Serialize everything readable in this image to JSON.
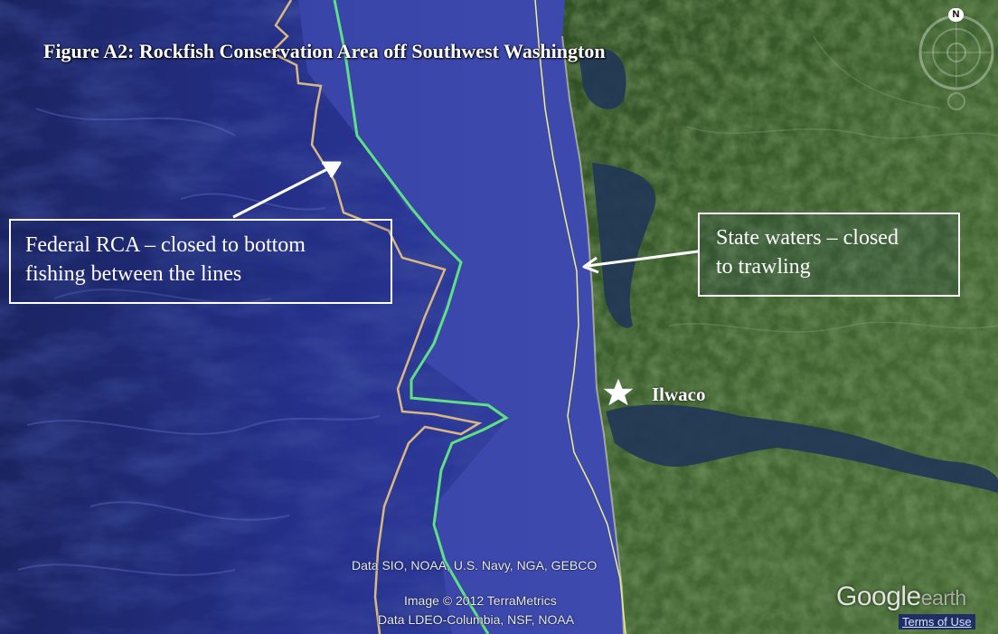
{
  "title": "Figure A2: Rockfish Conservation Area off Southwest Washington",
  "callouts": {
    "federal": {
      "line1": "Federal RCA – closed to bottom",
      "line2": "fishing between the lines"
    },
    "state": {
      "line1": "State waters – closed",
      "line2": "to trawling"
    }
  },
  "places": {
    "town": "Ilwaco",
    "marker_icon": "star-icon"
  },
  "attribution": {
    "data": "Data SIO, NOAA, U.S. Navy, NGA, GEBCO",
    "image": "Image © 2012 TerraMetrics",
    "ldeo": "Data LDEO-Columbia, NSF, NOAA"
  },
  "branding": {
    "logo_google": "Google",
    "logo_earth": "earth",
    "terms": "Terms of Use",
    "compass_letter": "N"
  },
  "colors": {
    "ocean": "#3a46a8",
    "deep_ocean": "#1a2466",
    "land": "#3d5e2c",
    "rca_outer_line": "#d9b783",
    "rca_inner_line": "#5fe082",
    "state_waters_line": "#f1ef8a",
    "callout_border": "#ffffff"
  }
}
